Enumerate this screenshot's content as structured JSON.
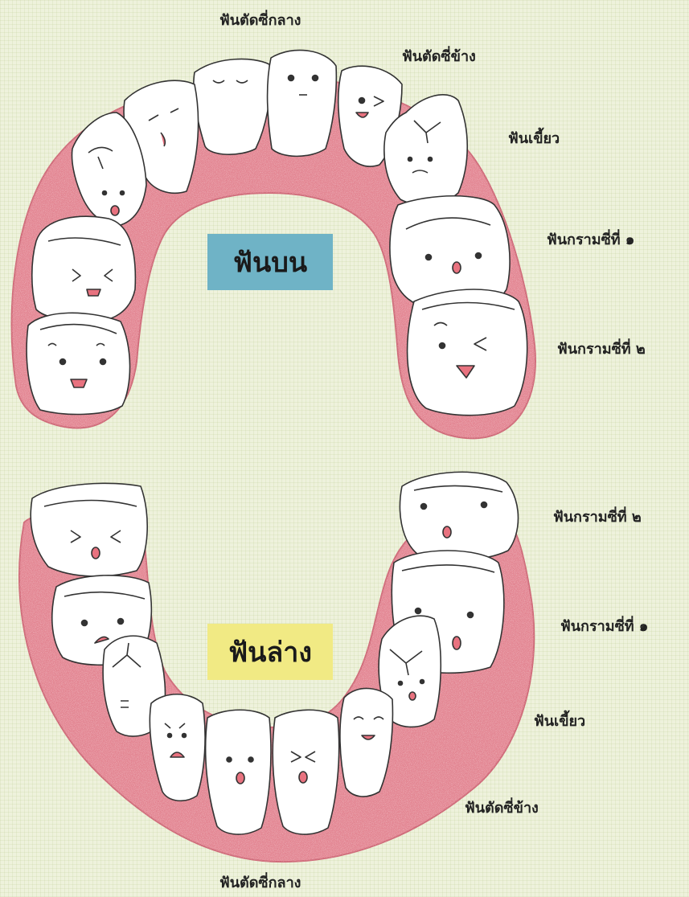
{
  "colors": {
    "background": "#eef2dc",
    "gum": "#e2828f",
    "gum_edge": "#cf6877",
    "tooth": "#ffffff",
    "outline": "#333333",
    "upper_box": "#6fb3c6",
    "lower_box": "#f1ea84",
    "mouth": "#e8727f"
  },
  "upper": {
    "title": "ฟันบน",
    "labels": {
      "central_incisor": "ฟันตัดซี่กลาง",
      "lateral_incisor": "ฟันตัดซี่ข้าง",
      "canine": "ฟันเขี้ยว",
      "first_molar": "ฟันกรามซี่ที่ ๑",
      "second_molar": "ฟันกรามซี่ที่ ๒"
    }
  },
  "lower": {
    "title": "ฟันล่าง",
    "labels": {
      "second_molar": "ฟันกรามซี่ที่ ๒",
      "first_molar": "ฟันกรามซี่ที่ ๑",
      "canine": "ฟันเขี้ยว",
      "lateral_incisor": "ฟันตัดซี่ข้าง",
      "central_incisor": "ฟันตัดซี่กลาง"
    }
  }
}
